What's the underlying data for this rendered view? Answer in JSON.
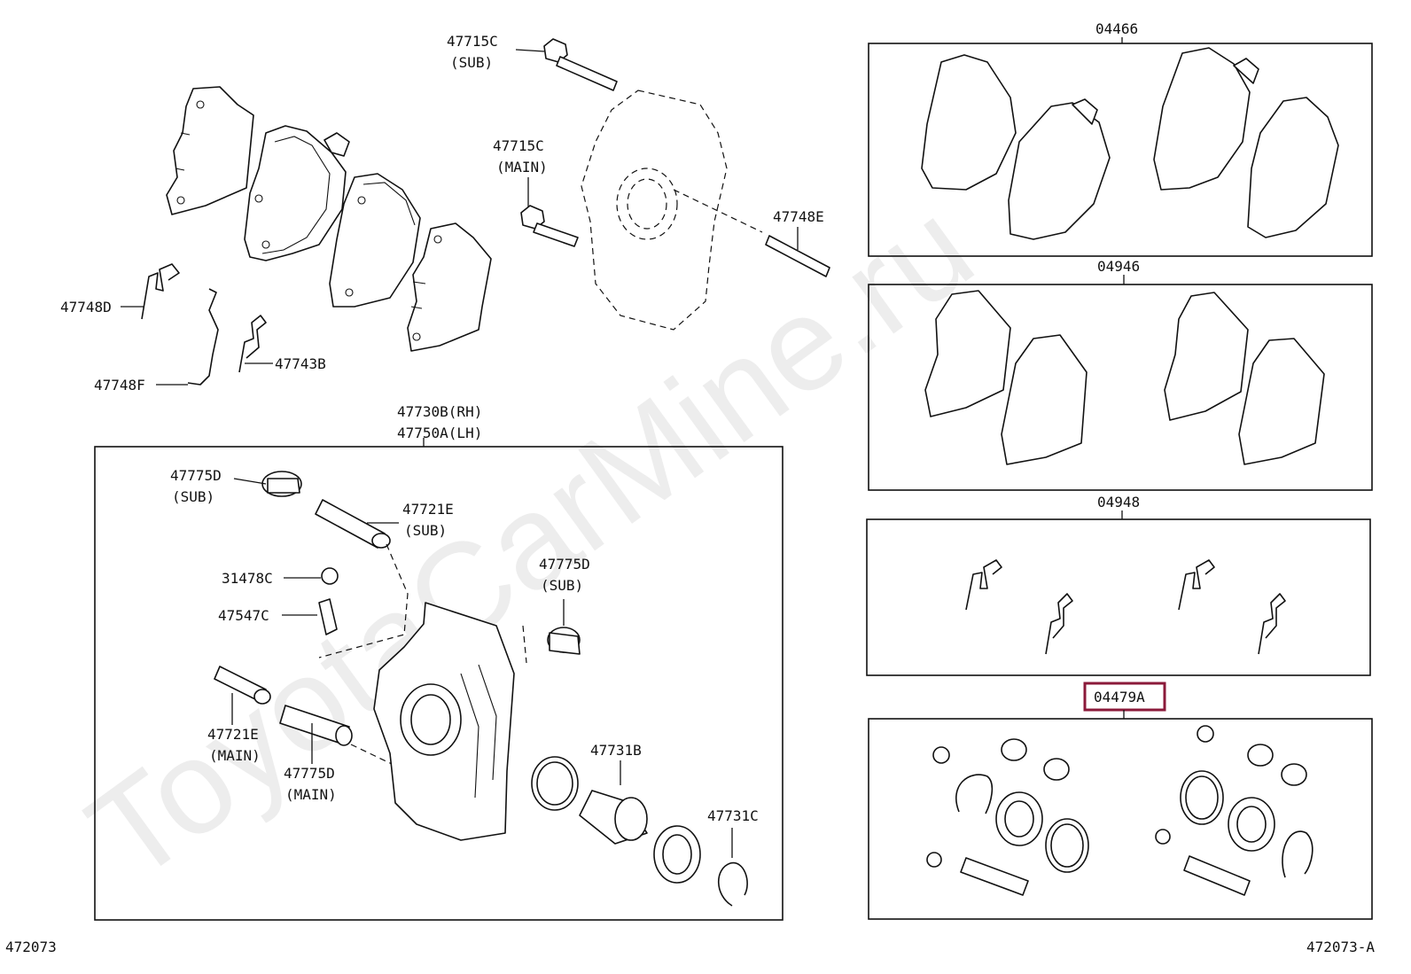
{
  "diagram": {
    "watermark": "ToyotaCarMine.ru",
    "page_codes": {
      "left": "472073",
      "right": "472073-A"
    },
    "highlight_color": "#8b1a3a",
    "callouts": [
      {
        "id": "c1",
        "text": "47715C"
      },
      {
        "id": "c2",
        "text": "(SUB)"
      },
      {
        "id": "c3",
        "text": "47715C"
      },
      {
        "id": "c4",
        "text": "(MAIN)"
      },
      {
        "id": "c5",
        "text": "47748E"
      },
      {
        "id": "c6",
        "text": "47748D"
      },
      {
        "id": "c7",
        "text": "47743B"
      },
      {
        "id": "c8",
        "text": "47748F"
      },
      {
        "id": "c9",
        "text": "47730B(RH)"
      },
      {
        "id": "c10",
        "text": "47750A(LH)"
      },
      {
        "id": "c11",
        "text": "47775D"
      },
      {
        "id": "c12",
        "text": "(SUB)"
      },
      {
        "id": "c13",
        "text": "47721E"
      },
      {
        "id": "c14",
        "text": "(SUB)"
      },
      {
        "id": "c15",
        "text": "31478C"
      },
      {
        "id": "c16",
        "text": "47775D"
      },
      {
        "id": "c17",
        "text": "(SUB)"
      },
      {
        "id": "c18",
        "text": "47547C"
      },
      {
        "id": "c19",
        "text": "47721E"
      },
      {
        "id": "c20",
        "text": "(MAIN)"
      },
      {
        "id": "c21",
        "text": "47775D"
      },
      {
        "id": "c22",
        "text": "(MAIN)"
      },
      {
        "id": "c23",
        "text": "47731B"
      },
      {
        "id": "c24",
        "text": "47731C"
      },
      {
        "id": "c25",
        "text": "04466"
      },
      {
        "id": "c26",
        "text": "04946"
      },
      {
        "id": "c27",
        "text": "04948"
      },
      {
        "id": "c28",
        "text": "04479A"
      }
    ]
  }
}
